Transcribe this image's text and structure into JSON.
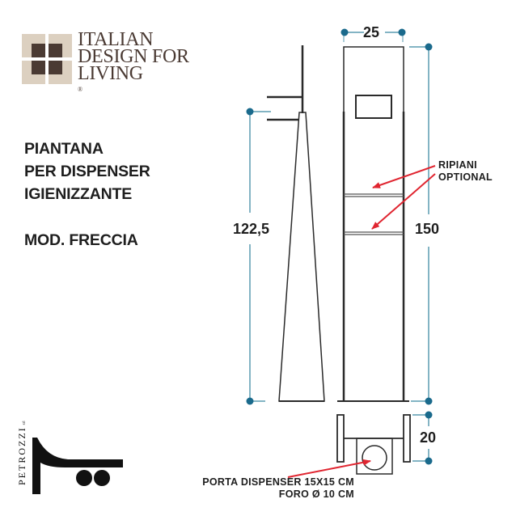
{
  "brand": {
    "logo_lines": [
      "ITALIAN",
      "DESIGN FOR",
      "LIVING"
    ],
    "registered_mark": "®",
    "logo_colors": {
      "dark": "#4a3a33",
      "light": "#dcd0c0"
    }
  },
  "product": {
    "title_lines": [
      "PIANTANA",
      "PER DISPENSER",
      "IGIENIZZANTE"
    ],
    "model": "MOD. FRECCIA"
  },
  "dimensions": {
    "width": "25",
    "total_height": "150",
    "stand_height": "122,5",
    "depth": "20"
  },
  "annotations": {
    "shelves_lines": [
      "RIPIANI",
      "OPTIONAL"
    ],
    "holder_lines": [
      "PORTA DISPENSER 15X15 CM",
      "FORO Ø 10 CM"
    ]
  },
  "maker": {
    "name": "PETROZZI",
    "suffix": "srl"
  },
  "colors": {
    "dimension_line": "#5a9bb0",
    "dimension_dot": "#1a6a8c",
    "arrow": "#e02530",
    "outline": "#2a2a2a"
  }
}
